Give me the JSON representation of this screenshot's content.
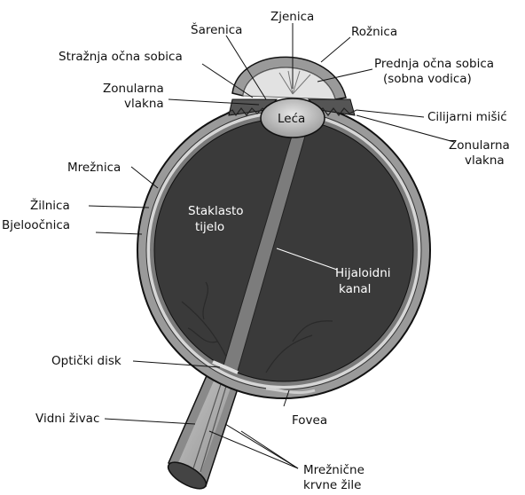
{
  "labels": {
    "zjenica": "Zjenica",
    "sarenica": "Šarenica",
    "roznica": "Rožnica",
    "straznja_sobica": "Stražnja očna sobica",
    "prednja_sobica_1": "Prednja očna sobica",
    "prednja_sobica_2": "(sobna vodica)",
    "zonularna_top_1": "Zonularna",
    "zonularna_top_2": "vlakna",
    "leca": "Leća",
    "cilijarni": "Cilijarni mišić",
    "zonularna_right_1": "Zonularna",
    "zonularna_right_2": "vlakna",
    "mreznica": "Mrežnica",
    "zilnica": "Žilnica",
    "bjeloocnica": "Bjeloočnica",
    "staklasto_1": "Staklasto",
    "staklasto_2": "tijelo",
    "hijaloidni_1": "Hijaloidni",
    "hijaloidni_2": "kanal",
    "opticki_disk": "Optički disk",
    "vidni_zivac": "Vidni živac",
    "fovea": "Fovea",
    "mreznicne_1": "Mrežnične",
    "mreznicne_2": "krvne žile"
  },
  "colors": {
    "sclera": "#9a9a9a",
    "choroid": "#d6d6d6",
    "retina": "#7a7a7a",
    "vitreous": "#3a3a3a",
    "lens": "#bdbdbd",
    "outline": "#111111"
  }
}
